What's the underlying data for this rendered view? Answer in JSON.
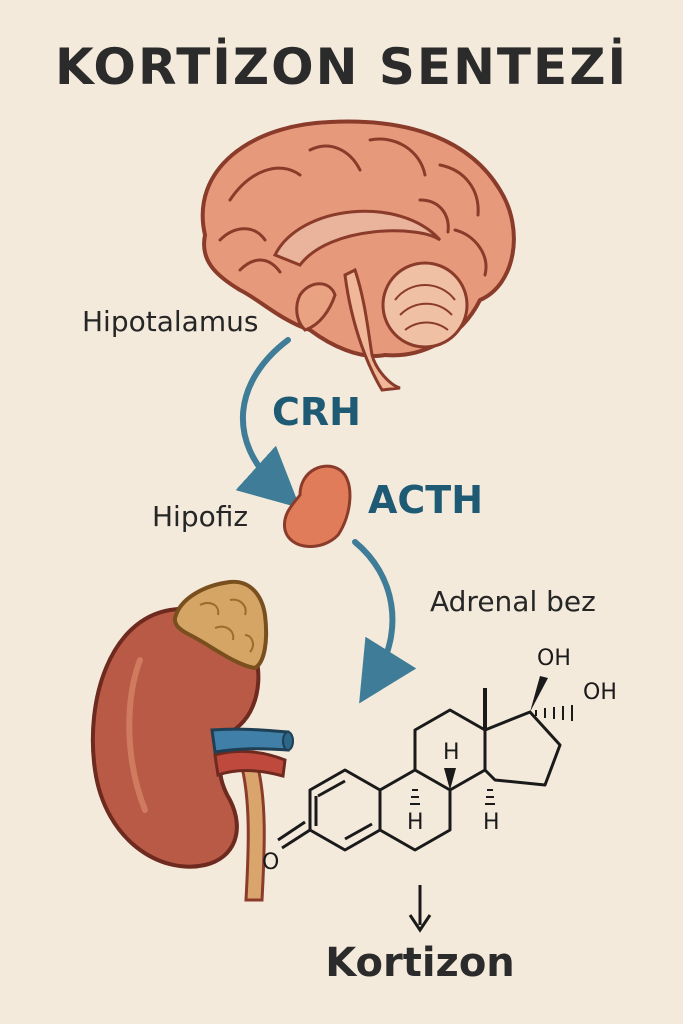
{
  "title": "KORTİZON SENTEZİ",
  "organs": {
    "hypothalamus_label": "Hipotalamus",
    "pituitary_label": "Hipofiz",
    "adrenal_label": "Adrenal bez"
  },
  "hormones": {
    "crh": "CRH",
    "acth": "ACTH"
  },
  "molecule": {
    "oh_top": "OH",
    "oh_side": "OH",
    "h_upper": "H",
    "h_lower_left": "H",
    "h_lower_right": "H",
    "oxygen": "O"
  },
  "result": "Kortizon",
  "colors": {
    "background": "#f3eadc",
    "brain": "#e79a7b",
    "brain_outline": "#8a3b2a",
    "pituitary": "#e07c5a",
    "kidney": "#b85a45",
    "adrenal": "#d4a564",
    "arrow": "#3f7c98",
    "vein": "#3f7fa8",
    "artery": "#c0493d"
  }
}
